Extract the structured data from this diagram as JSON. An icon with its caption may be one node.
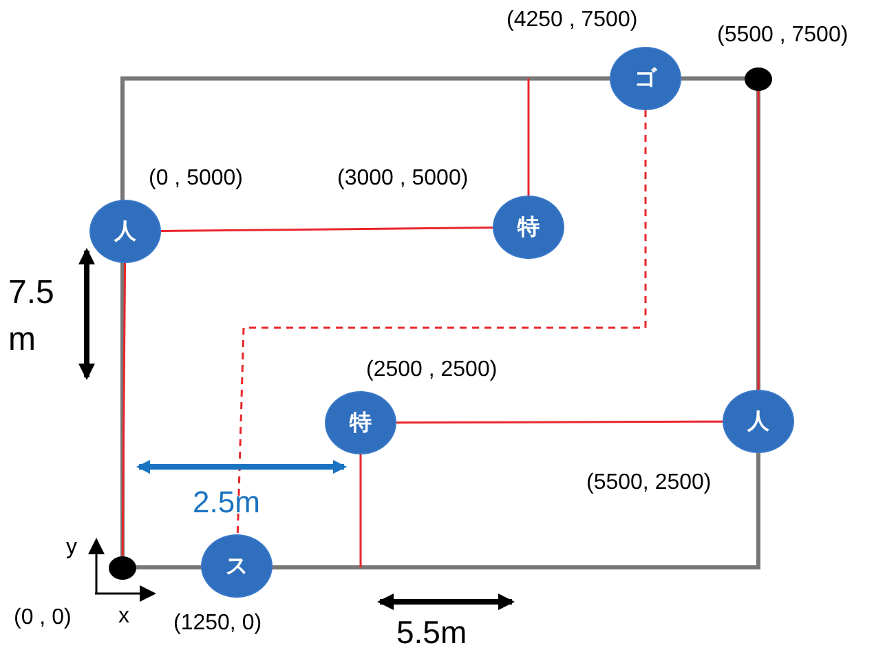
{
  "diagram": {
    "nodes": [
      {
        "text": [
          "人"
        ],
        "beside": [
          "(0 , 5000)"
        ]
      },
      {
        "text": [
          "特"
        ],
        "beside": [
          "(3000 , 5000)"
        ]
      },
      {
        "text": [
          "ゴ"
        ],
        "beside": [
          "(4250 , 7500)"
        ]
      },
      {
        "text": [
          "特"
        ],
        "beside": [
          "(2500 , 2500)"
        ]
      },
      {
        "text": [
          "人"
        ],
        "beside": [
          "(5500, 2500)"
        ]
      },
      {
        "text": [
          "ス"
        ],
        "beside": [
          "(1250, 0)"
        ]
      },
      {
        "text": [],
        "shape": "circle",
        "beside": [
          "(0 , 0)"
        ]
      },
      {
        "text": [],
        "shape": "circle",
        "beside": [
          "(5500 , 7500)"
        ]
      }
    ],
    "edges": [
      {
        "from": 6,
        "to": 0,
        "arrow": "none"
      },
      {
        "from": 0,
        "to": 1,
        "arrow": "none"
      },
      {
        "from": 1,
        "to": null,
        "arrow": "none"
      },
      {
        "from": 7,
        "to": 4,
        "arrow": "none"
      },
      {
        "from": 4,
        "to": 3,
        "arrow": "none"
      },
      {
        "from": 3,
        "to": null,
        "arrow": "none"
      },
      {
        "from": 2,
        "to": 5,
        "arrow": "none",
        "style": "dashed"
      }
    ],
    "labels": [
      "7.5 m",
      "2.5m",
      "y",
      "x",
      "5.5m"
    ]
  }
}
